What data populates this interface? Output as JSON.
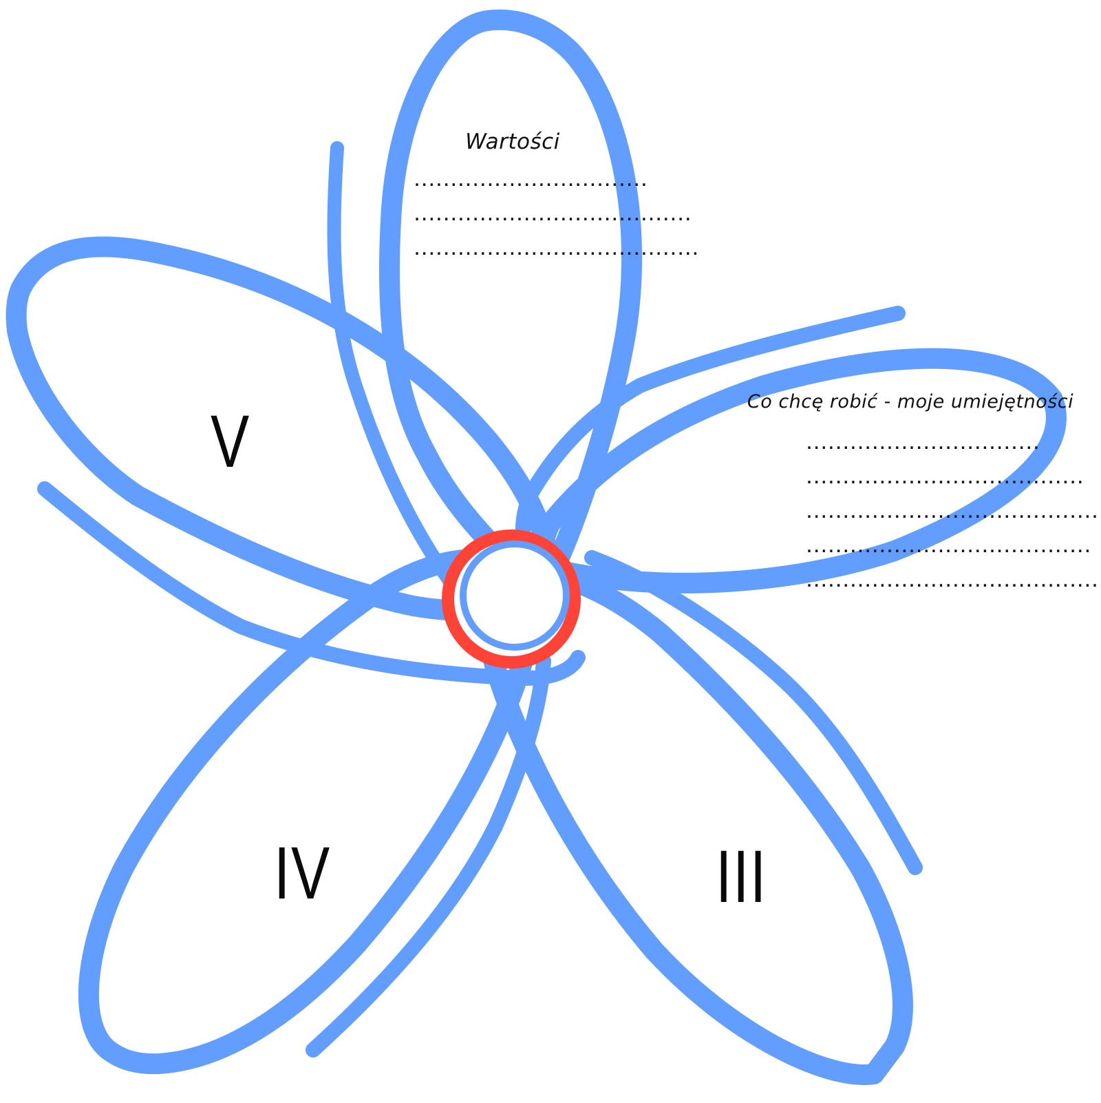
{
  "colors": {
    "petal_stroke": "#619eff",
    "center_ring": "#ff4337",
    "text": "#111111"
  },
  "petals": {
    "top": {
      "title": "Wartości",
      "lines": [
        "................................",
        "......................................",
        "......................................."
      ]
    },
    "right": {
      "title": "Co chcę robić - moje umiejętności",
      "lines": [
        "................................",
        "......................................",
        "........................................",
        ".......................................",
        "........................................"
      ]
    },
    "bottom_right": {
      "numeral": "III"
    },
    "bottom_left": {
      "numeral": "IV"
    },
    "left": {
      "numeral": "V"
    }
  }
}
